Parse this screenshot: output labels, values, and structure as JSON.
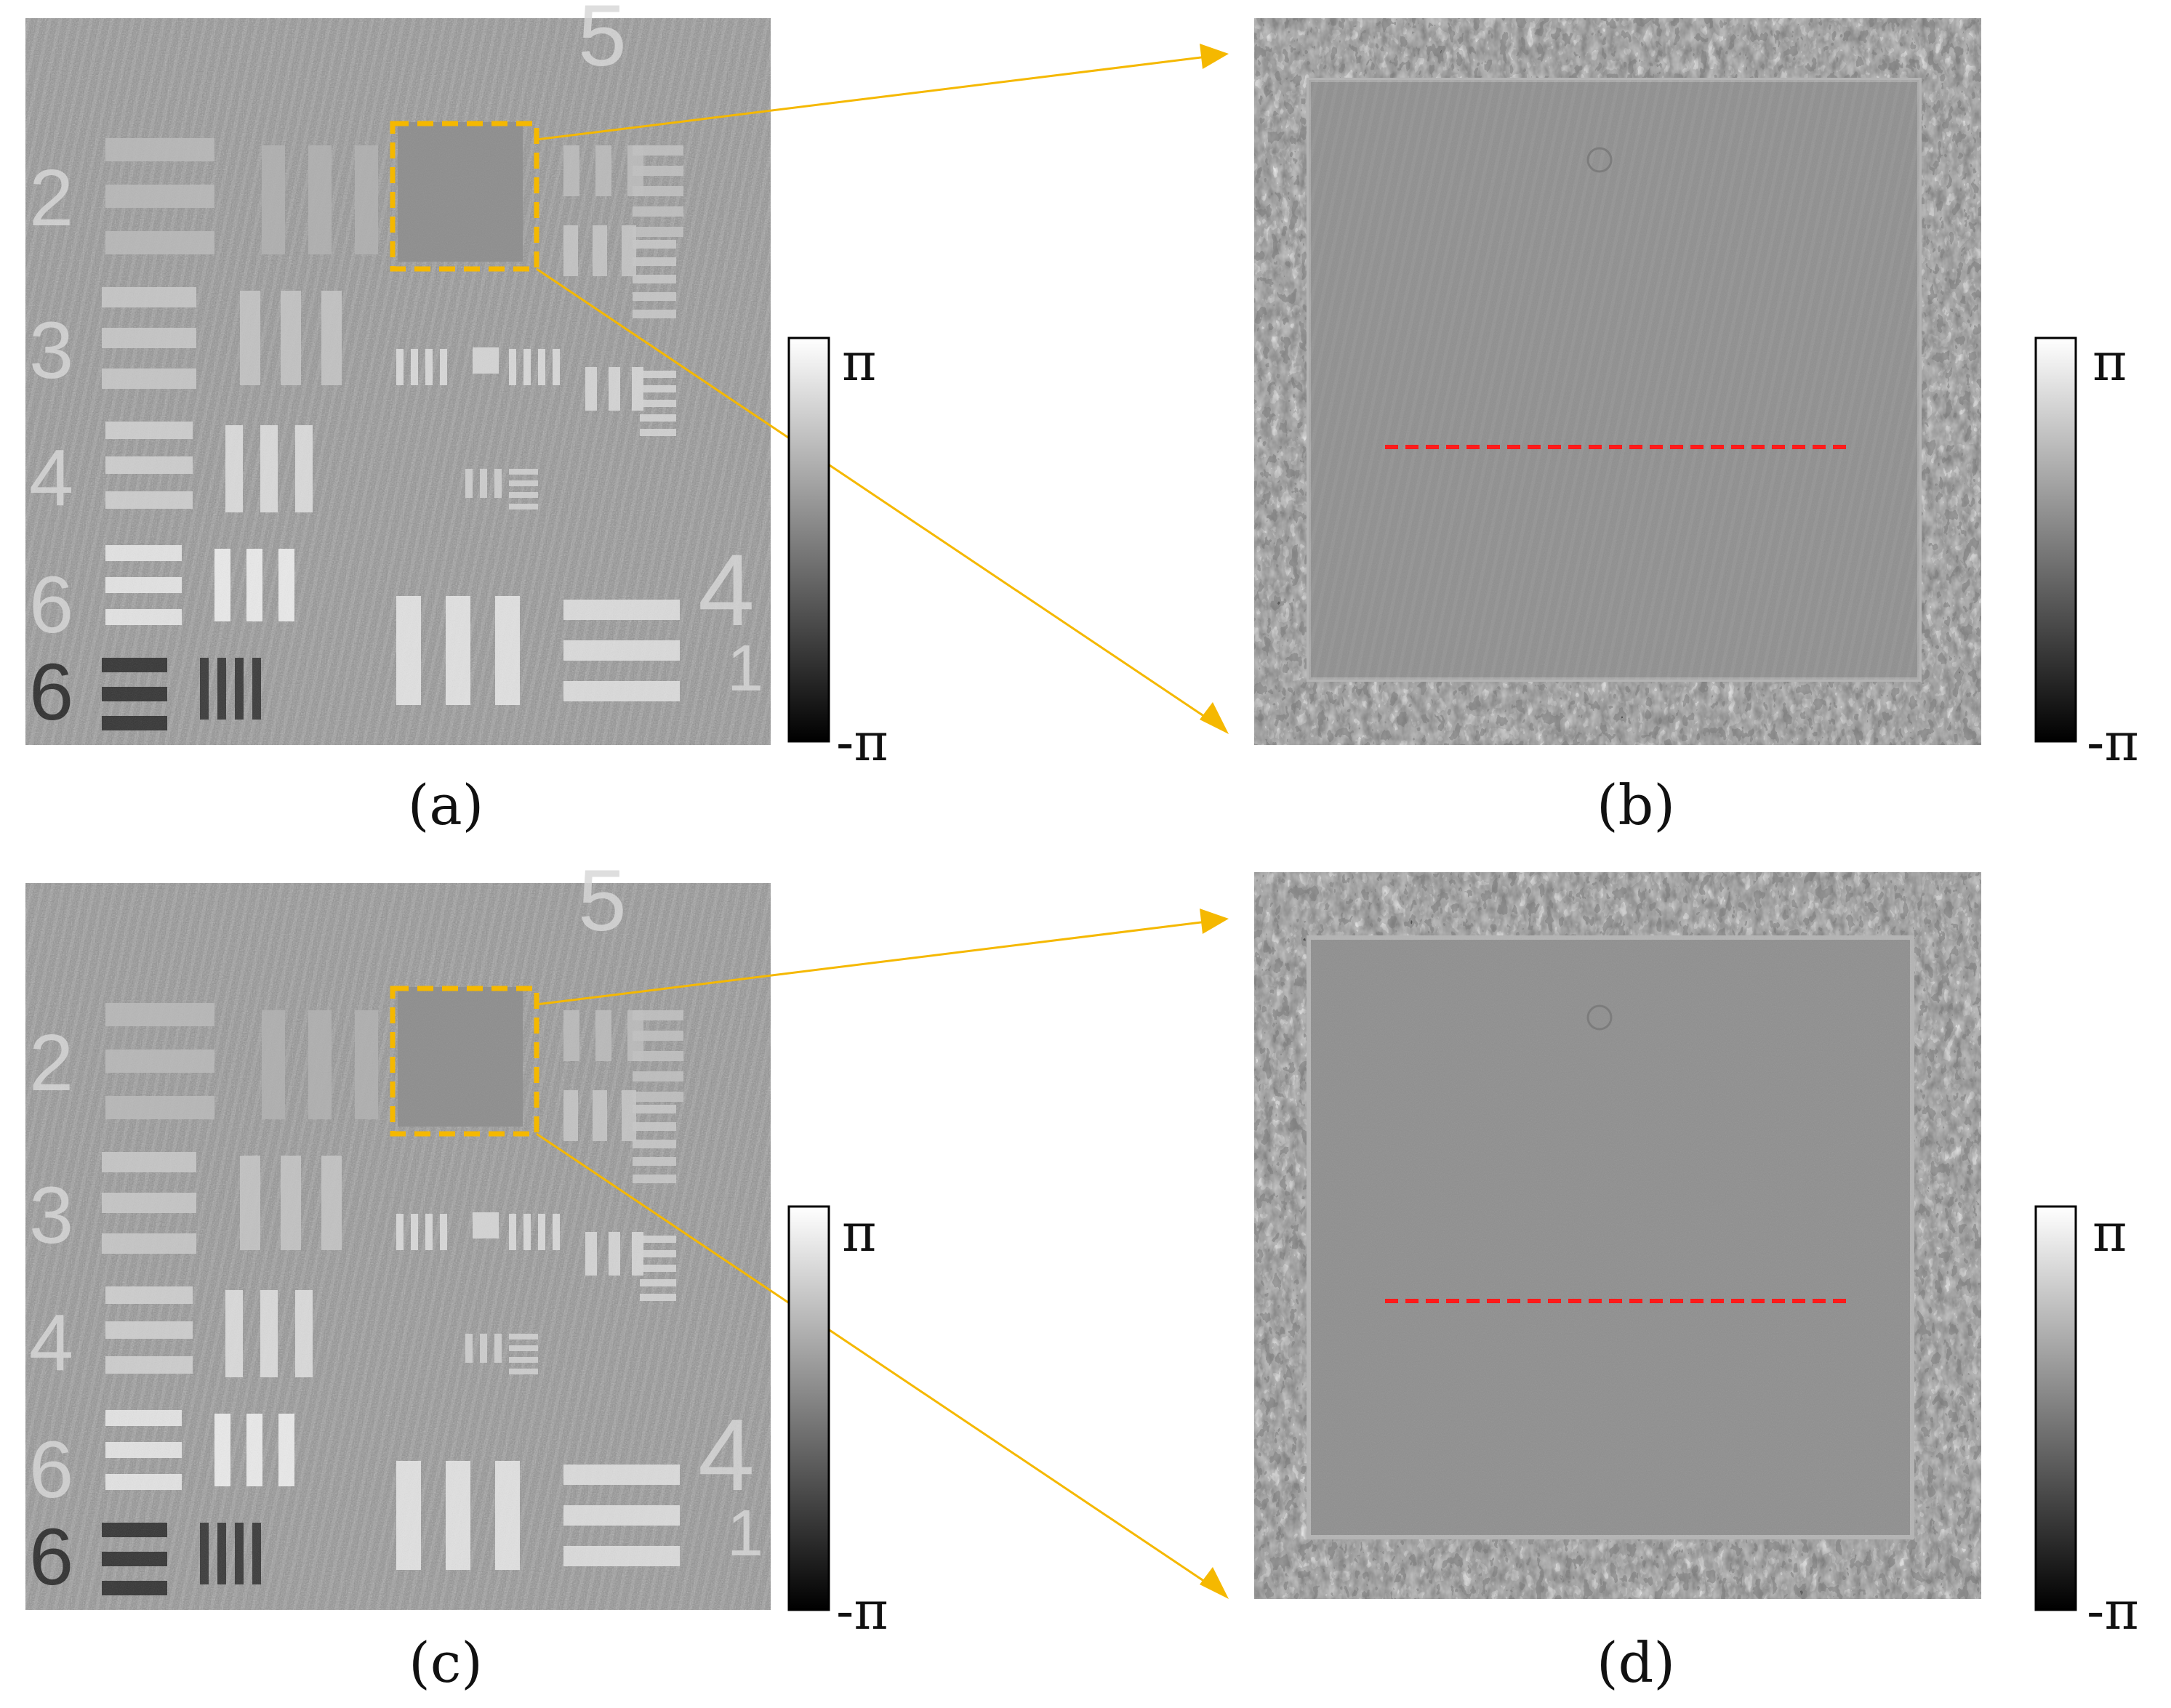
{
  "panels": [
    {
      "caption": "(a)",
      "colorbar": {
        "max_label": "π",
        "min_label": "-π"
      }
    },
    {
      "caption": "(b)",
      "colorbar": {
        "max_label": "π",
        "min_label": "-π"
      }
    },
    {
      "caption": "(c)",
      "colorbar": {
        "max_label": "π",
        "min_label": "-π"
      }
    },
    {
      "caption": "(d)",
      "colorbar": {
        "max_label": "π",
        "min_label": "-π"
      }
    }
  ],
  "target_digits": [
    "2",
    "3",
    "4",
    "5",
    "6",
    "5",
    "4",
    "1",
    "6",
    "2"
  ],
  "colors": {
    "callout_box": "#f5b800",
    "callout_arrow": "#f5b800",
    "profile_line": "#ff1a1a",
    "background_gray": "#8e8e8e"
  }
}
